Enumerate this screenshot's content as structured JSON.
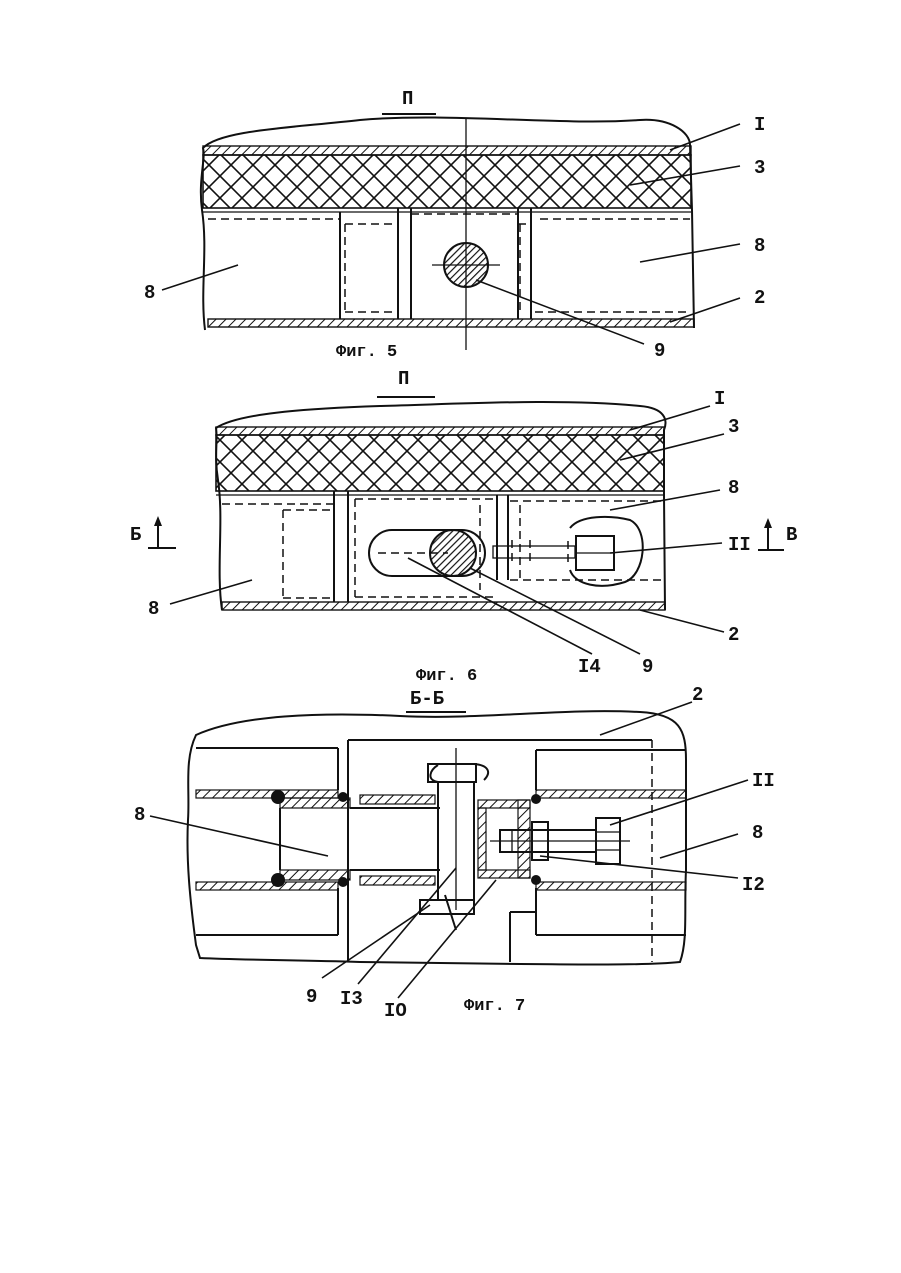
{
  "figures": [
    {
      "caption": "Фиг. 5",
      "view_mark": "П",
      "labels": {
        "l1": "I",
        "l3": "3",
        "l8r": "8",
        "l8l": "8",
        "l2": "2",
        "l9": "9"
      }
    },
    {
      "caption": "Фиг. 6",
      "view_mark": "П",
      "section_marks": {
        "left": "Б",
        "right": "В"
      },
      "labels": {
        "l1": "I",
        "l3": "3",
        "l8r": "8",
        "l11": "II",
        "l8l": "8",
        "l2": "2",
        "l14": "I4",
        "l9": "9"
      }
    },
    {
      "caption": "Фиг. 7",
      "view_mark": "Б-Б",
      "labels": {
        "l2": "2",
        "l11": "II",
        "l8l": "8",
        "l8r": "8",
        "l12": "I2",
        "l9": "9",
        "l13": "I3",
        "l10": "IO"
      }
    }
  ]
}
